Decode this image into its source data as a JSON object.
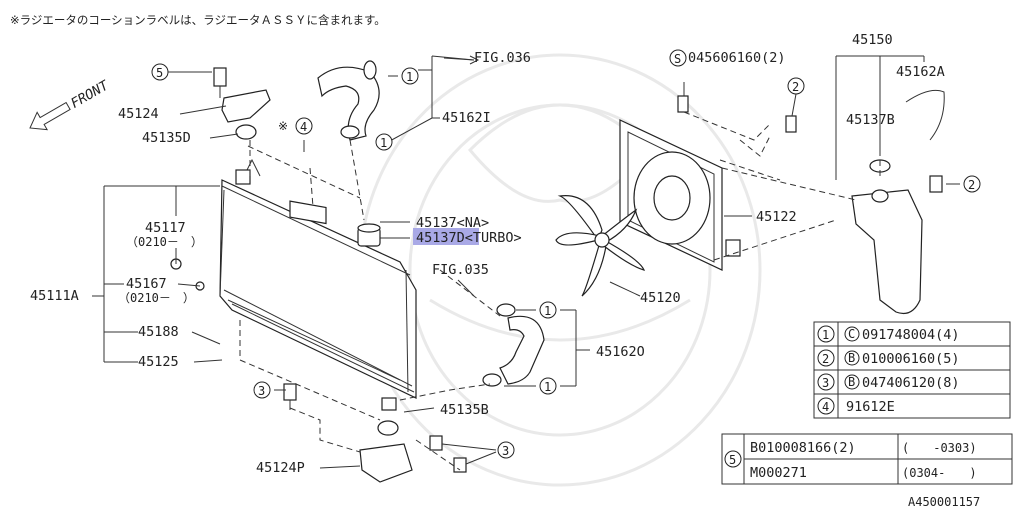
{
  "note": "※ラジエータのコーションラベルは、ラジエータＡＳＳＹに含まれます。",
  "front_label": "FRONT",
  "labels": {
    "p45124": "45124",
    "p45135D": "45135D",
    "p45117": "45117",
    "p45117_date": "（0210－　）",
    "p45167": "45167",
    "p45167_date": "（0210－　）",
    "p45111A": "45111A",
    "p45188": "45188",
    "p45125": "45125",
    "p45162I": "45162I",
    "fig036": "FIG.036",
    "p45137NA": "45137<NA>",
    "p45137D": "45137D<TURBO>",
    "fig035": "FIG.035",
    "p45162O": "45162O",
    "p45120": "45120",
    "p45122": "45122",
    "p045606160": "045606160(2)",
    "p45150": "45150",
    "p45162A": "45162A",
    "p45137B": "45137B",
    "p45135B": "45135B",
    "p45124P": "45124P",
    "diagram_id": "A450001157"
  },
  "callouts": {
    "c1": "1",
    "c2": "2",
    "c3": "3",
    "c4": "4",
    "c5": "5",
    "cS": "S",
    "c_note": "※"
  },
  "legend": [
    {
      "num": "1",
      "prefix": "C",
      "part": "091748004(4)"
    },
    {
      "num": "2",
      "prefix": "B",
      "part": "010006160(5)"
    },
    {
      "num": "3",
      "prefix": "B",
      "part": "047406120(8)"
    },
    {
      "num": "4",
      "prefix": "",
      "part": "91612E"
    }
  ],
  "legend5": {
    "num": "5",
    "rows": [
      {
        "part": "B010008166(2)",
        "range": "(　　-0303)"
      },
      {
        "part": "M000271",
        "range": "(0304-　　)"
      }
    ]
  },
  "highlight_color": "#a9a9e6"
}
